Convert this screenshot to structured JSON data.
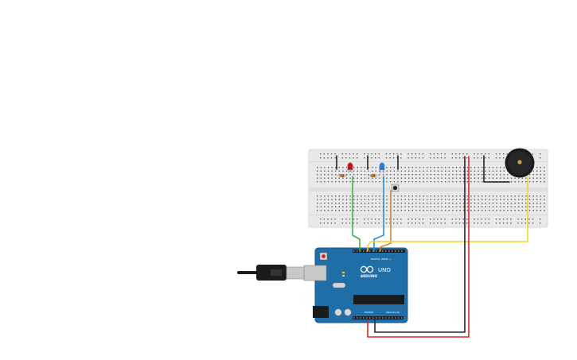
{
  "board": {
    "brand": "ARDUINO",
    "model": "UNO",
    "header_digital": "DIGITAL (PWM~)",
    "header_power": "POWER",
    "header_analog": "ANALOG IN"
  },
  "colors": {
    "breadboard": "#e9e9e9",
    "board": "#1f6ea8",
    "wire_green": "#3cb44b",
    "wire_blue": "#2b8fd9",
    "wire_orange": "#c98a3a",
    "wire_yellow": "#f2d22e",
    "wire_black": "#222222",
    "wire_red": "#d62828",
    "led_red": "#c0141c",
    "led_blue": "#2a7fd4",
    "buzzer": "#1b1b1b"
  },
  "components": [
    "breadboard",
    "arduino-uno",
    "usb-cable",
    "red-led",
    "blue-led",
    "pushbutton",
    "resistor",
    "resistor",
    "piezo-buzzer"
  ]
}
